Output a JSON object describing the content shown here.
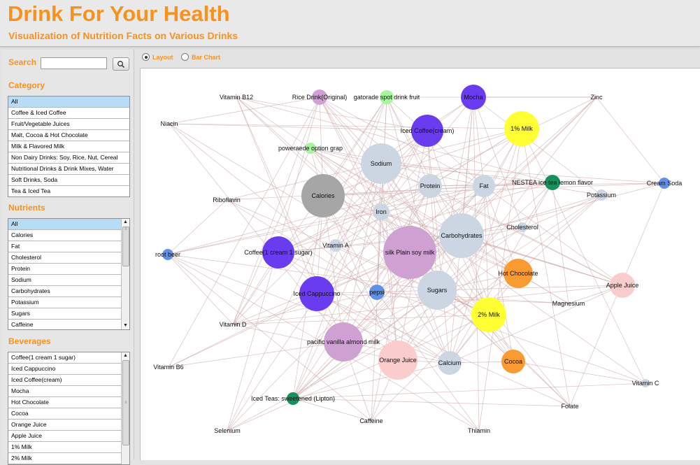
{
  "header": {
    "title": "Drink For Your Health",
    "subtitle": "Visualization of Nutrition Facts on Various Drinks"
  },
  "sidebar": {
    "search_label": "Search",
    "search_value": "",
    "category_label": "Category",
    "categories": [
      "All",
      "Coffee & Iced Coffee",
      "Fruit/Vegetable Juices",
      "Malt, Cocoa & Hot Chocolate",
      "Milk & Flavored Milk",
      "Non Dairy Drinks: Soy, Rice, Nut, Cereal",
      "Nutritional Drinks & Drink Mixes, Water",
      "Soft Drinks, Soda",
      "Tea & Iced Tea"
    ],
    "nutrients_label": "Nutrients",
    "nutrients": [
      "All",
      "Calories",
      "Fat",
      "Cholesterol",
      "Protein",
      "Sodium",
      "Carbohydrates",
      "Potassium",
      "Sugars",
      "Caffeine"
    ],
    "beverages_label": "Beverages",
    "beverages": [
      "Coffee(1 cream 1 sugar)",
      "Iced Cappuccino",
      "Iced Coffee(cream)",
      "Mocha",
      "Hot Chocolate",
      "Cocoa",
      "Orange Juice",
      "Apple Juice",
      "1% Milk",
      "2% Milk"
    ]
  },
  "tabs": {
    "layout": "Layout",
    "bar_chart": "Bar Chart",
    "selected": "layout"
  },
  "colors": {
    "accent": "#f7921e",
    "nutrient": "#cbd6e2",
    "calories": "#a6a6a6",
    "coffee": "#6a3cf0",
    "milk": "#ffff33",
    "chocolate": "#f99a32",
    "juice": "#fbcccc",
    "nondairy": "#cfa1d3",
    "soda": "#5f91ea",
    "tea": "#16915d",
    "sports": "#a7f59d",
    "edge": "#cda7a7"
  },
  "graph": {
    "nodes": [
      {
        "id": "vitb12",
        "label": "Vitamin B12",
        "size": 0,
        "group": "nutrient"
      },
      {
        "id": "rice",
        "label": "Rice Drink(Original)",
        "size": 11,
        "group": "nondairy"
      },
      {
        "id": "gatorade",
        "label": "gatorade spot drink fruit",
        "size": 10,
        "group": "sports"
      },
      {
        "id": "mocha",
        "label": "Mocha",
        "size": 18,
        "group": "coffee"
      },
      {
        "id": "zinc",
        "label": "Zinc",
        "size": 0,
        "group": "nutrient"
      },
      {
        "id": "niacin",
        "label": "Niacin",
        "size": 0,
        "group": "nutrient"
      },
      {
        "id": "icedcoffee",
        "label": "Iced Coffee(cream)",
        "size": 23,
        "group": "coffee"
      },
      {
        "id": "milk1",
        "label": "1% Milk",
        "size": 25,
        "group": "milk"
      },
      {
        "id": "powerade",
        "label": "poweraede option grap",
        "size": 8,
        "group": "sports"
      },
      {
        "id": "sodium",
        "label": "Sodium",
        "size": 29,
        "group": "nutrient"
      },
      {
        "id": "protein",
        "label": "Protein",
        "size": 17,
        "group": "nutrient"
      },
      {
        "id": "fat",
        "label": "Fat",
        "size": 16,
        "group": "nutrient"
      },
      {
        "id": "nestea",
        "label": "NESTEA ice tea lemon flavor",
        "size": 11,
        "group": "tea"
      },
      {
        "id": "creamsoda",
        "label": "Cream Soda",
        "size": 8,
        "group": "soda"
      },
      {
        "id": "calories",
        "label": "Calories",
        "size": 31,
        "group": "calories"
      },
      {
        "id": "potassium",
        "label": "Potassium",
        "size": 8,
        "group": "nutrient"
      },
      {
        "id": "riboflavin",
        "label": "Riboflavin",
        "size": 0,
        "group": "nutrient"
      },
      {
        "id": "iron",
        "label": "Iron",
        "size": 12,
        "group": "nutrient"
      },
      {
        "id": "cholesterol",
        "label": "Cholesterol",
        "size": 7,
        "group": "nutrient"
      },
      {
        "id": "carbs",
        "label": "Carbohydrates",
        "size": 32,
        "group": "nutrient"
      },
      {
        "id": "rootbeer",
        "label": "root beer",
        "size": 8,
        "group": "soda"
      },
      {
        "id": "coffee1",
        "label": "Coffee(1 cream 1 sugar)",
        "size": 23,
        "group": "coffee"
      },
      {
        "id": "vita",
        "label": "Vitamin A",
        "size": 9,
        "group": "nutrient"
      },
      {
        "id": "soymilk",
        "label": "silk Plain soy milk",
        "size": 38,
        "group": "nondairy"
      },
      {
        "id": "hotchoc",
        "label": "Hot Chocolate",
        "size": 21,
        "group": "chocolate"
      },
      {
        "id": "applejuice",
        "label": "Apple Juice",
        "size": 18,
        "group": "juice"
      },
      {
        "id": "icedcapp",
        "label": "Iced Cappuccino",
        "size": 25,
        "group": "coffee"
      },
      {
        "id": "pepsi",
        "label": "pepsi",
        "size": 11,
        "group": "soda"
      },
      {
        "id": "sugars",
        "label": "Sugars",
        "size": 28,
        "group": "nutrient"
      },
      {
        "id": "magnesium",
        "label": "Magnesium",
        "size": 0,
        "group": "nutrient"
      },
      {
        "id": "milk2",
        "label": "2% Milk",
        "size": 25,
        "group": "milk"
      },
      {
        "id": "vitd",
        "label": "Vitamin D",
        "size": 0,
        "group": "nutrient"
      },
      {
        "id": "almond",
        "label": "pacific vanilla almond milk",
        "size": 28,
        "group": "nondairy"
      },
      {
        "id": "oj",
        "label": "Orange Juice",
        "size": 28,
        "group": "juice"
      },
      {
        "id": "calcium",
        "label": "Calcium",
        "size": 17,
        "group": "nutrient"
      },
      {
        "id": "cocoa",
        "label": "Cocoa",
        "size": 17,
        "group": "chocolate"
      },
      {
        "id": "vitb6",
        "label": "Vitamin B6",
        "size": 0,
        "group": "nutrient"
      },
      {
        "id": "vitc",
        "label": "Vitamin C",
        "size": 6,
        "group": "nutrient"
      },
      {
        "id": "icedtea",
        "label": "Iced Teas: sweetened (Lipton)",
        "size": 9,
        "group": "tea"
      },
      {
        "id": "caffeine",
        "label": "Caffeine",
        "size": 0,
        "group": "nutrient"
      },
      {
        "id": "folate",
        "label": "Folate",
        "size": 0,
        "group": "nutrient"
      },
      {
        "id": "selenium",
        "label": "Selenium",
        "size": 0,
        "group": "nutrient"
      },
      {
        "id": "thiamin",
        "label": "Thiamin",
        "size": 0,
        "group": "nutrient"
      }
    ]
  }
}
